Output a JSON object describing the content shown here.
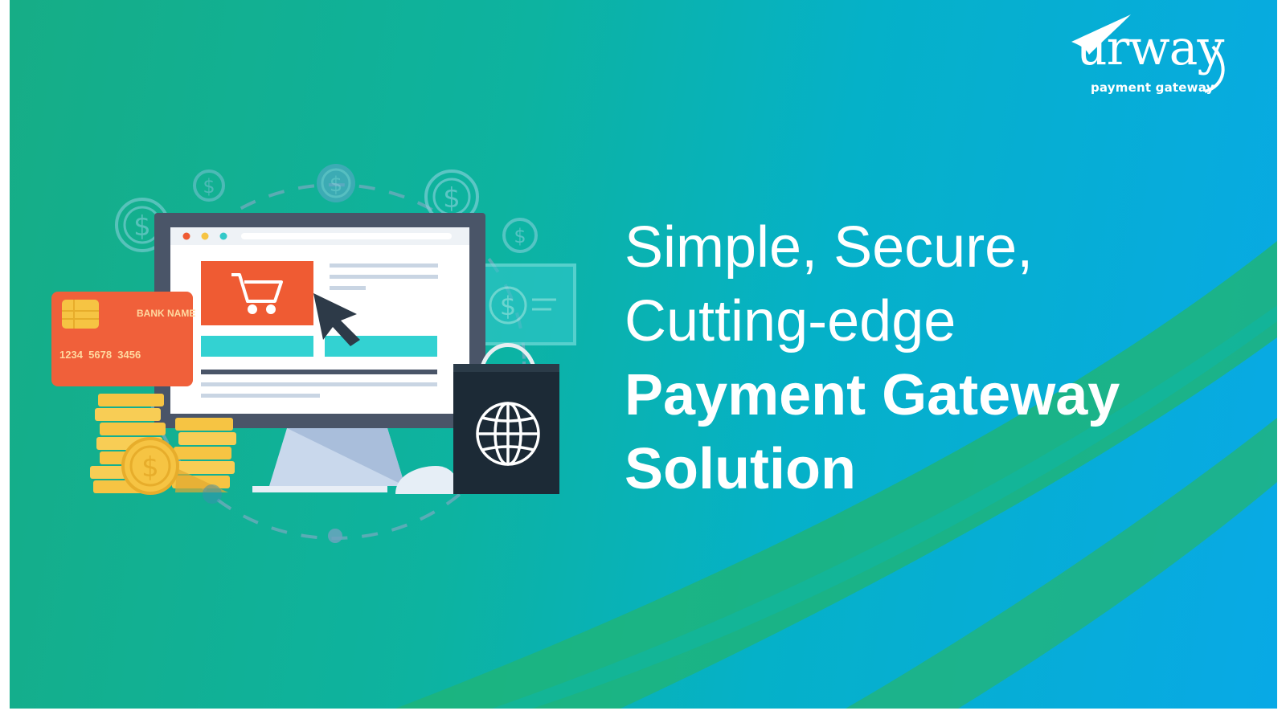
{
  "brand": {
    "name": "urway",
    "tagline": "payment gateway"
  },
  "headline": {
    "line1": "Simple, Secure,",
    "line2": "Cutting-edge",
    "line3": "Payment Gateway",
    "line4": "Solution"
  },
  "card": {
    "bank_label": "BANK NAME",
    "number": "1234  5678  3456"
  },
  "colors": {
    "card": "#f0603a",
    "cart_panel": "#ef5b33",
    "accent_teal": "#33d2d2",
    "monitor_frame": "#4a5568",
    "bag": "#1c2a36",
    "coin": "#f6c443",
    "text": "#ffffff"
  },
  "icons": [
    "shopping-cart-icon",
    "cursor-arrow-icon",
    "globe-icon",
    "dollar-icon",
    "credit-card-chip-icon"
  ]
}
